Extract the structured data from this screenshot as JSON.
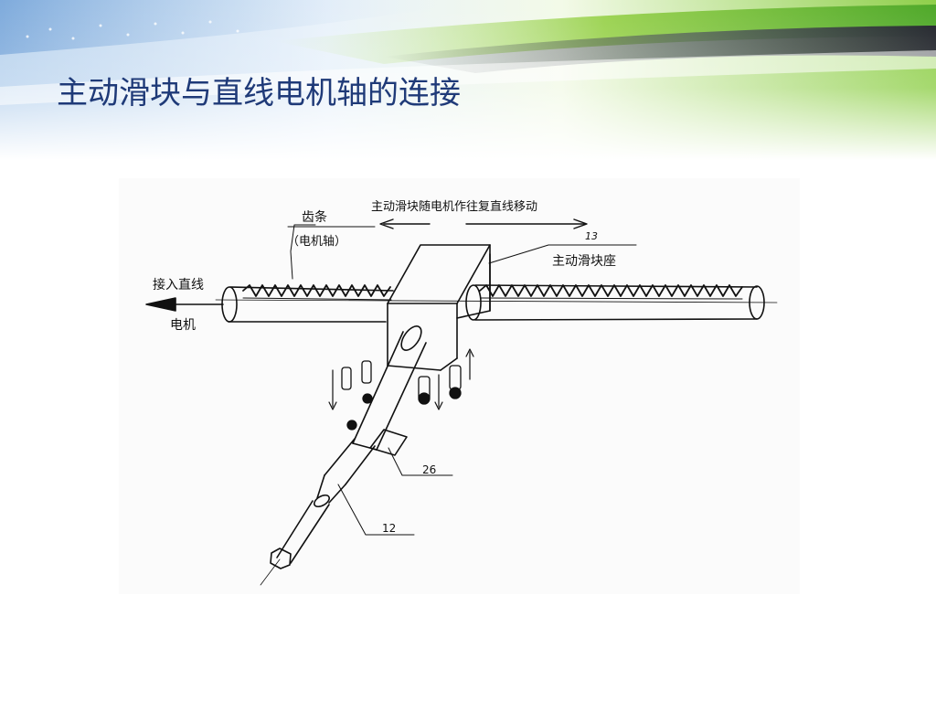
{
  "slide": {
    "title": "主动滑块与直线电机轴的连接"
  },
  "diagram": {
    "labels": {
      "rack": "齿条",
      "motor_shaft": "（电机轴）",
      "motion_note": "主动滑块随电机作往复直线移动",
      "part_13_number": "13",
      "part_13_name": "主动滑块座",
      "connect_motor_line1": "接入直线",
      "connect_motor_line2": "电机",
      "part_26_number": "26",
      "part_12_number": "12"
    }
  },
  "colors": {
    "title": "#1f3a78",
    "banner_green": "#5fb82e",
    "banner_blue": "#3f7fc8",
    "line_art": "#111111"
  }
}
